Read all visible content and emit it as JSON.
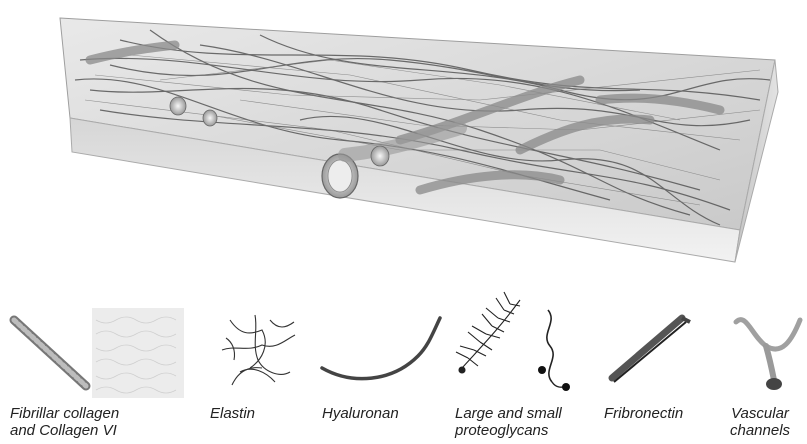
{
  "figure": {
    "legend": [
      {
        "id": "collagen",
        "label_line1": "Fibrillar collagen",
        "label_line2": "and Collagen VI"
      },
      {
        "id": "elastin",
        "label_line1": "Elastin",
        "label_line2": ""
      },
      {
        "id": "hyaluronan",
        "label_line1": "Hyaluronan",
        "label_line2": ""
      },
      {
        "id": "proteoglycans",
        "label_line1": "Large and small",
        "label_line2": "proteoglycans"
      },
      {
        "id": "fibronectin",
        "label_line1": "Fribronectin",
        "label_line2": ""
      },
      {
        "id": "vascular",
        "label_line1": "Vascular",
        "label_line2": "channels"
      }
    ],
    "colors": {
      "block_top": "#d8d8d8",
      "block_side": "#cfcfcf",
      "fiber": "#555555",
      "label": "#222222"
    }
  }
}
